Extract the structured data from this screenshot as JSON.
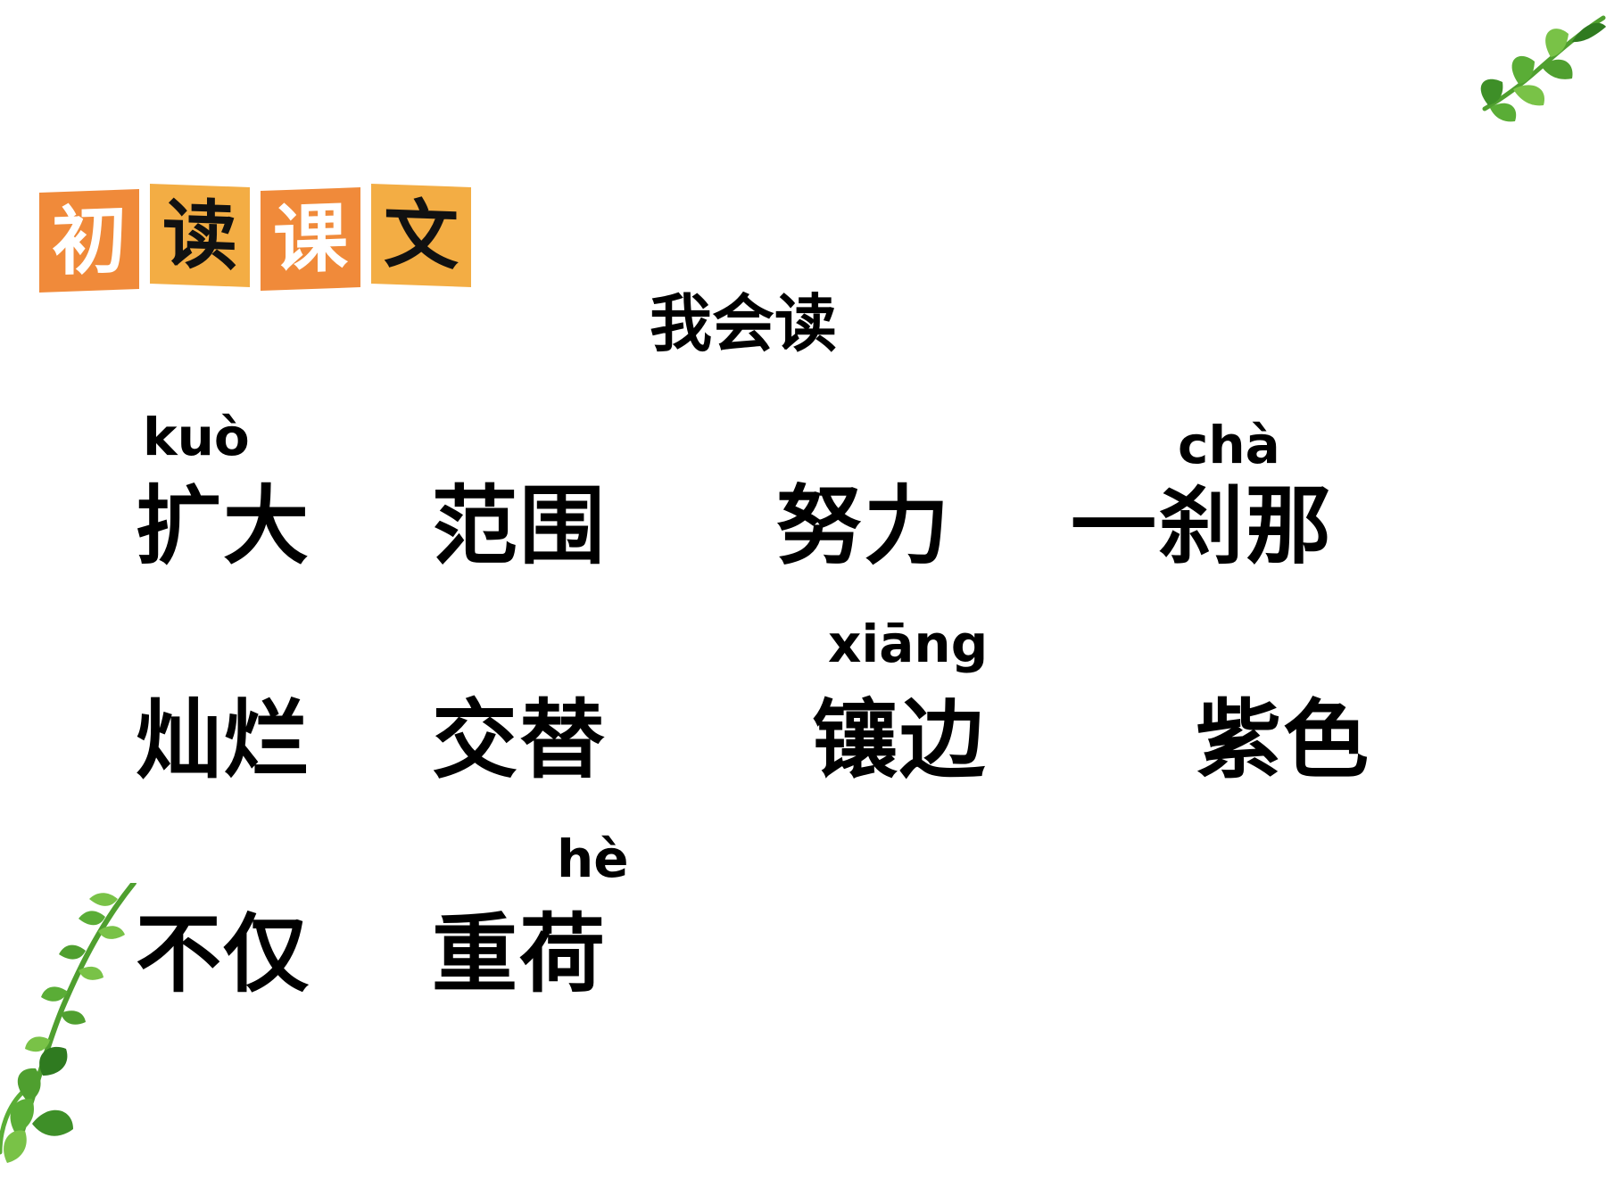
{
  "decor": {
    "top_right_icon": "leaf-sprig-icon",
    "bottom_left_icon": "leaf-branch-icon",
    "leaf_color": "#4f9f2f",
    "leaf_dark_color": "#2f7a20",
    "leaf_light_color": "#79c247"
  },
  "section_title": {
    "chars": [
      "初",
      "读",
      "课",
      "文"
    ],
    "colors": {
      "orange": "#f08a3a",
      "yellow_orange": "#f3ad44",
      "text_light": "#ffffff",
      "text_dark": "#111111"
    }
  },
  "subtitle": "我会读",
  "words": {
    "row1": [
      "扩大",
      "范围",
      "努力",
      "一刹那"
    ],
    "row2": [
      "灿烂",
      "交替",
      "镶边",
      "紫色"
    ],
    "row3": [
      "不仅",
      "重荷"
    ]
  },
  "pinyin": {
    "kuo": "kuò",
    "cha": "chà",
    "xiang": "xiāng",
    "he": "hè"
  }
}
